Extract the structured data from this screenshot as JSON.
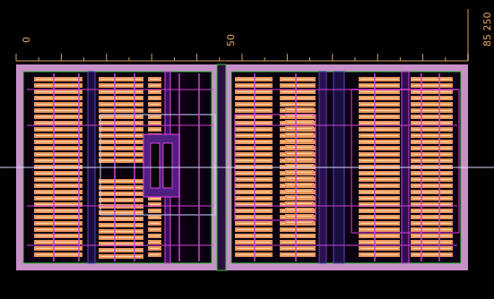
{
  "diagram": {
    "labels": [
      "0",
      "50",
      "85 250"
    ]
  }
}
